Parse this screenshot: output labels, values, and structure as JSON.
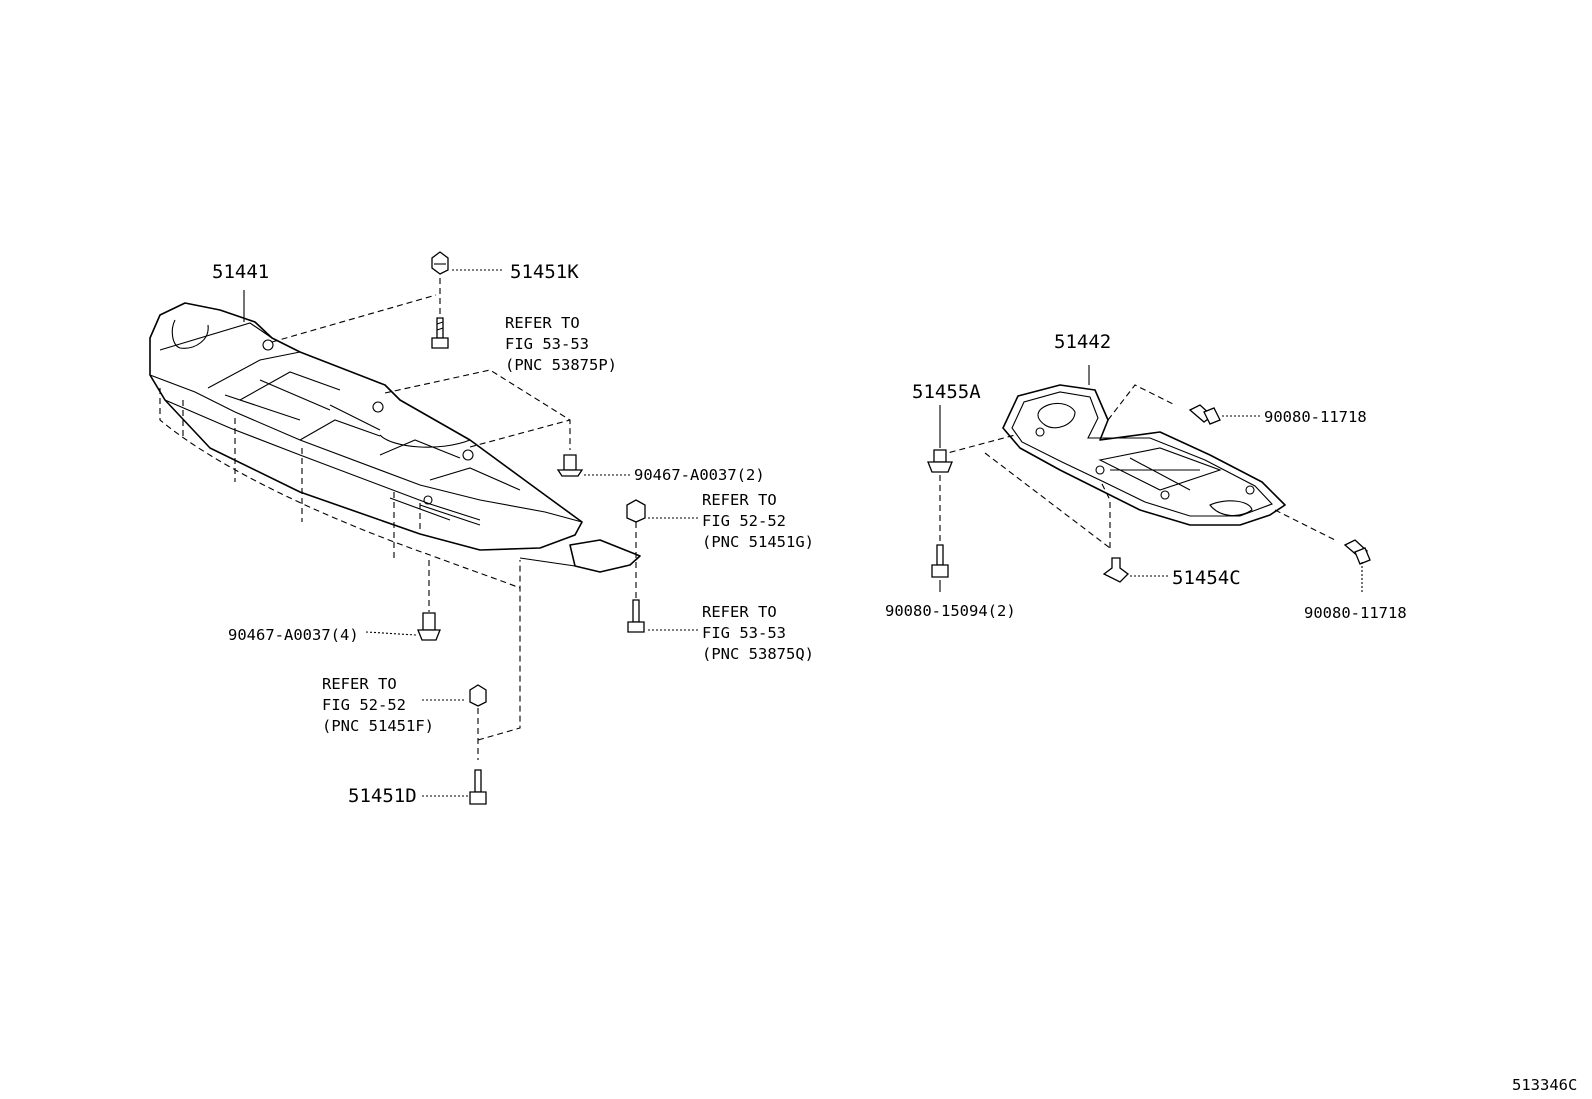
{
  "diagram_id": "513346C",
  "labels": {
    "part_51441": "51441",
    "part_51442": "51442",
    "part_51451K": "51451K",
    "part_51451D": "51451D",
    "part_51455A": "51455A",
    "part_51454C": "51454C",
    "clip_90467_2": "90467-A0037(2)",
    "clip_90467_4": "90467-A0037(4)",
    "screw_90080_11718_top": "90080-11718",
    "screw_90080_11718_bottom": "90080-11718",
    "screw_90080_15094": "90080-15094(2)"
  },
  "references": {
    "ref_fig53_p": [
      "REFER TO",
      "FIG 53-53",
      "(PNC 53875P)"
    ],
    "ref_fig52_g": [
      "REFER TO",
      "FIG 52-52",
      "(PNC 51451G)"
    ],
    "ref_fig53_q": [
      "REFER TO",
      "FIG 53-53",
      "(PNC 53875Q)"
    ],
    "ref_fig52_f": [
      "REFER TO",
      "FIG 52-52",
      "(PNC 51451F)"
    ]
  }
}
